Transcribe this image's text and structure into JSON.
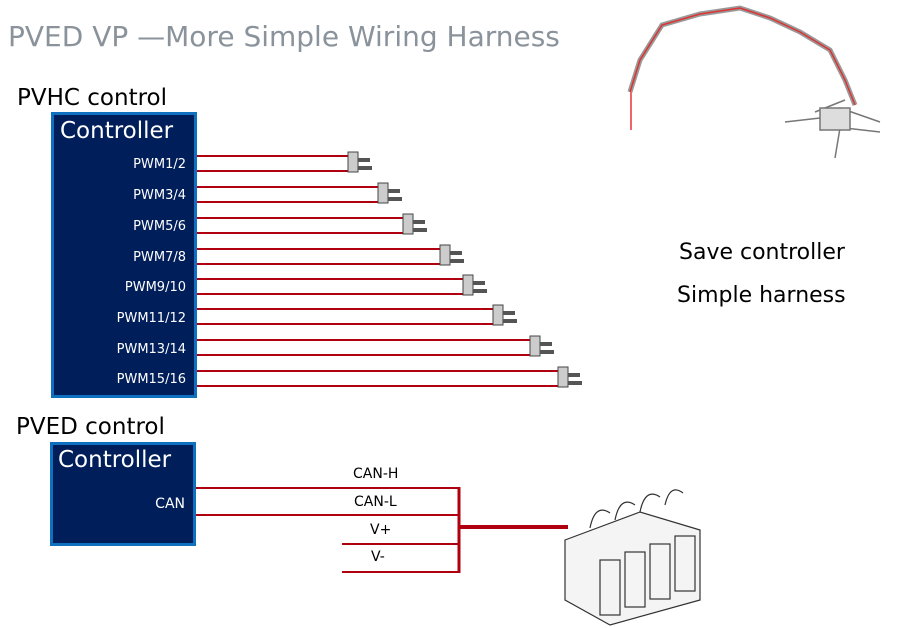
{
  "title": "PVED VP —More Simple Wiring Harness",
  "pvhc": {
    "section_label": "PVHC control",
    "controller_label": "Controller",
    "outputs": [
      "PWM1/2",
      "PWM3/4",
      "PWM5/6",
      "PWM7/8",
      "PWM9/10",
      "PWM11/12",
      "PWM13/14",
      "PWM15/16"
    ]
  },
  "pved": {
    "section_label": "PVED control",
    "controller_label": "Controller",
    "port_label": "CAN",
    "bus_lines": [
      "CAN-H",
      "CAN-L",
      "V+",
      "V-"
    ]
  },
  "benefits": [
    "Save controller",
    "Simple harness"
  ],
  "colors": {
    "wire": "#b00010",
    "controller_fill": "#001e5a",
    "controller_border": "#1070c0",
    "title": "#8a939b"
  }
}
